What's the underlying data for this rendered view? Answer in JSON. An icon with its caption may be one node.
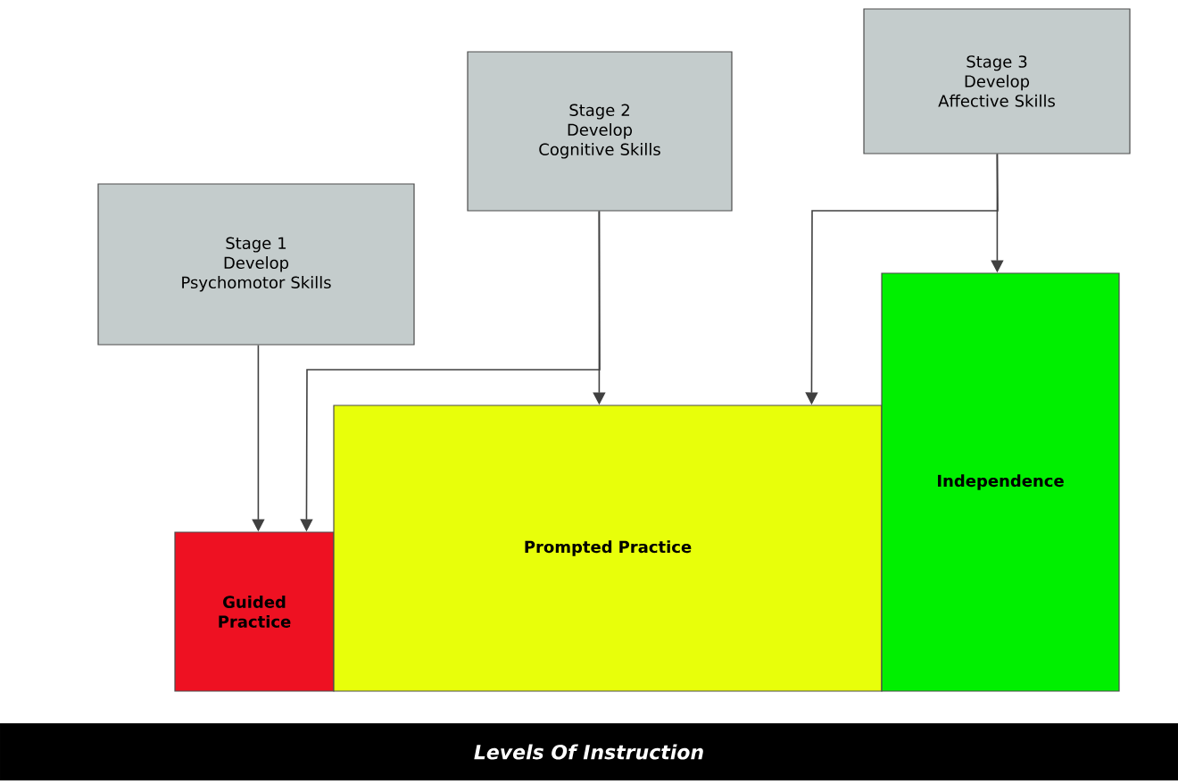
{
  "diagram": {
    "caption": "Levels Of Instruction",
    "nodes": [
      {
        "text": [
          "Stage 1",
          "Develop Psychomotor Skills"
        ]
      },
      {
        "text": [
          "Stage 2",
          "Develop Cognitive Skills"
        ]
      },
      {
        "text": [
          "Stage 3",
          "Develop Affective Skills"
        ]
      },
      {
        "text": [
          "Guided Practice"
        ]
      },
      {
        "text": [
          "Prompted Practice"
        ]
      },
      {
        "text": [
          "Independence"
        ]
      }
    ],
    "edges": [
      {
        "from": 0,
        "to": 3,
        "arrow": "to"
      },
      {
        "from": 1,
        "to": 4,
        "arrow": "to"
      },
      {
        "from": 1,
        "to": 3,
        "arrow": "to"
      },
      {
        "from": 2,
        "to": 5,
        "arrow": "to"
      },
      {
        "from": 2,
        "to": 4,
        "arrow": "to"
      }
    ]
  }
}
